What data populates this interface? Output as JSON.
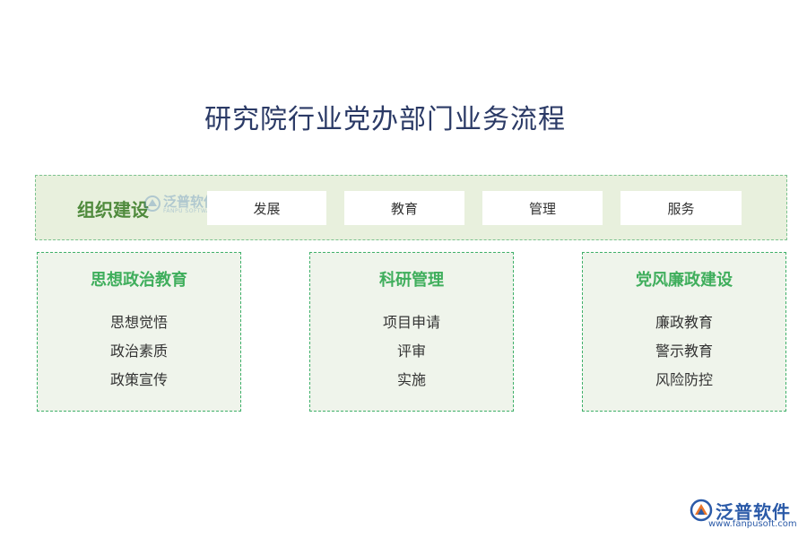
{
  "title": "研究院行业党办部门业务流程",
  "org": {
    "label": "组织建设",
    "items": [
      "发展",
      "教育",
      "管理",
      "服务"
    ]
  },
  "watermark": {
    "name": "泛普软件",
    "sub": "FANPU SOFTWARE"
  },
  "categories": [
    {
      "title": "思想政治教育",
      "items": [
        "思想觉悟",
        "政治素质",
        "政策宣传"
      ]
    },
    {
      "title": "科研管理",
      "items": [
        "项目申请",
        "评审",
        "实施"
      ]
    },
    {
      "title": "党风廉政建设",
      "items": [
        "廉政教育",
        "警示教育",
        "风险防控"
      ]
    }
  ],
  "logo": {
    "name": "泛普软件",
    "url": "www.fanpusoft.com"
  },
  "colors": {
    "title": "#2b3a66",
    "org_bg": "#e8f0dd",
    "org_border": "#7cc28f",
    "org_label": "#4f8a3c",
    "cat_border": "#3fb06a",
    "cat_bg": "#eff4eb",
    "cat_title": "#3fae5c",
    "brand": "#2b5aa8",
    "brand_orange": "#e8742a"
  }
}
